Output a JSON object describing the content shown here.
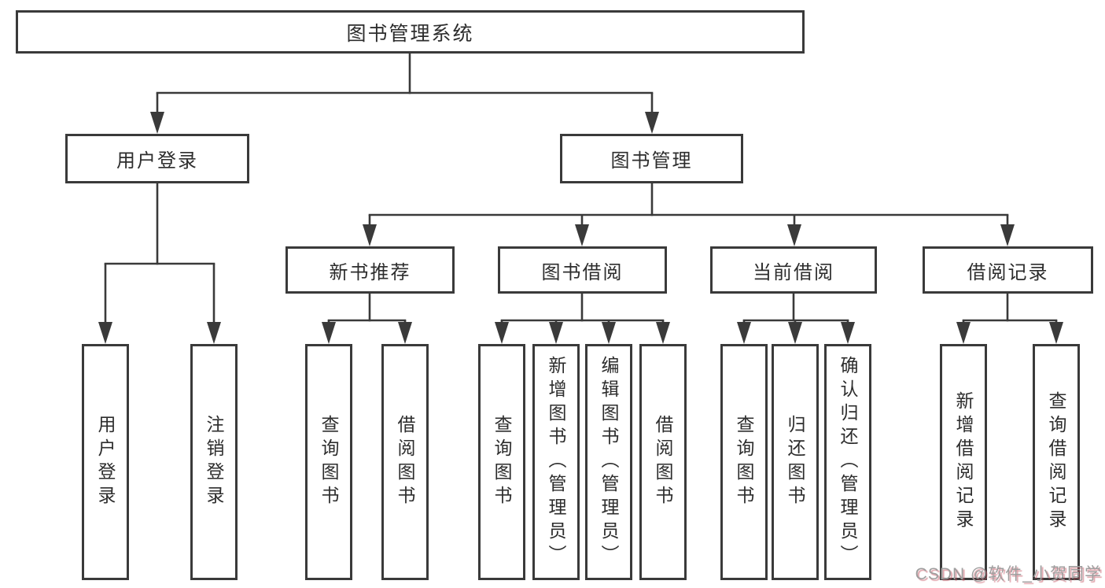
{
  "diagram": {
    "root": {
      "label": "图书管理系统"
    },
    "level2": [
      {
        "label": "用户登录"
      },
      {
        "label": "图书管理"
      }
    ],
    "level3": [
      {
        "label": "新书推荐"
      },
      {
        "label": "图书借阅"
      },
      {
        "label": "当前借阅"
      },
      {
        "label": "借阅记录"
      }
    ],
    "leaves": [
      {
        "label": "用户登录"
      },
      {
        "label": "注销登录"
      },
      {
        "label": "查询图书"
      },
      {
        "label": "借阅图书"
      },
      {
        "label": "查询图书"
      },
      {
        "label": "新增图书（管理员）"
      },
      {
        "label": "编辑图书（管理员）"
      },
      {
        "label": "借阅图书"
      },
      {
        "label": "查询图书"
      },
      {
        "label": "归还图书"
      },
      {
        "label": "确认归还（管理员）"
      },
      {
        "label": "新增借阅记录"
      },
      {
        "label": "查询借阅记录"
      }
    ]
  },
  "watermark": {
    "text": "CSDN @软件_小贺同学"
  },
  "colors": {
    "line": "#3a3a3a",
    "box_border": "#3a3a3a",
    "text": "#2d2d2d",
    "background": "#ffffff",
    "watermark_text": "#9e9e9e",
    "watermark_shadow": "#c3505f"
  }
}
